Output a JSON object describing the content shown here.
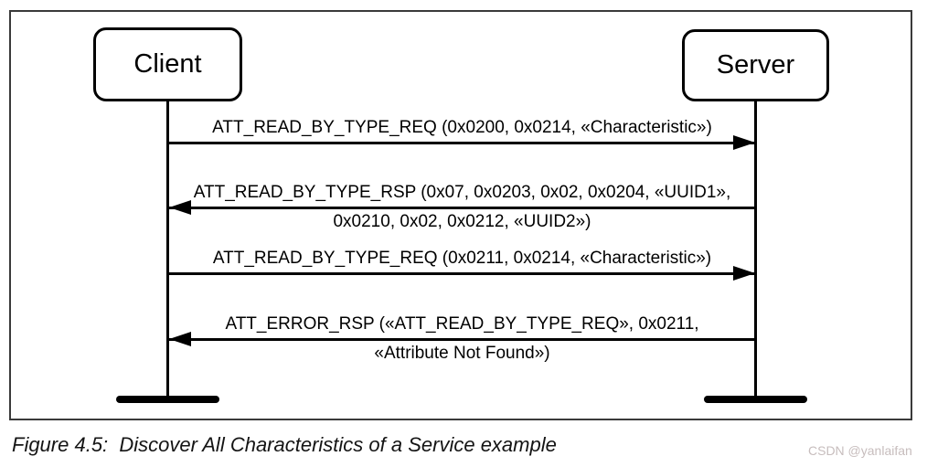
{
  "diagram": {
    "actors": {
      "client": "Client",
      "server": "Server"
    },
    "messages": [
      {
        "direction": "right",
        "from": "Client",
        "to": "Server",
        "line1": "ATT_READ_BY_TYPE_REQ (0x0200, 0x0214, «Characteristic»)"
      },
      {
        "direction": "left",
        "from": "Server",
        "to": "Client",
        "line1": "ATT_READ_BY_TYPE_RSP (0x07, 0x0203, 0x02, 0x0204, «UUID1»,",
        "line2": "0x0210, 0x02, 0x0212, «UUID2»)"
      },
      {
        "direction": "right",
        "from": "Client",
        "to": "Server",
        "line1": "ATT_READ_BY_TYPE_REQ (0x0211, 0x0214, «Characteristic»)"
      },
      {
        "direction": "left",
        "from": "Server",
        "to": "Client",
        "line1": "ATT_ERROR_RSP («ATT_READ_BY_TYPE_REQ», 0x0211,",
        "line2": "«Attribute Not Found»)"
      }
    ]
  },
  "caption": "Figure 4.5:  Discover All Characteristics of a Service example",
  "watermark": "CSDN @yanlaifan",
  "colors": {
    "ink": "#000000",
    "frame_border": "#3a3a3a",
    "watermark_text": "#c7bdbd"
  }
}
